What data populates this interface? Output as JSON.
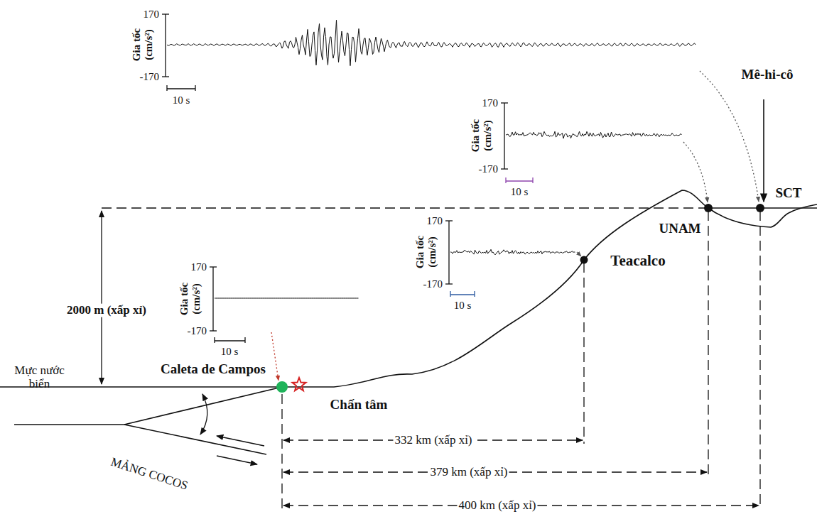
{
  "diagram": {
    "labels": [
      "170",
      "-170",
      "Gia tốc (cm/s²)",
      "10 s",
      "Mê-hi-cô",
      "170",
      "-170",
      "Gia tốc (cm/s²)",
      "10 s",
      "170",
      "-170",
      "Gia tốc (cm/s²)",
      "10 s",
      "SCT",
      "UNAM",
      "Teacalco",
      "170",
      "-170",
      "Gia tốc (cm/s²)",
      "10 s",
      "2000 m (xấp xỉ)",
      "Mực nước biển",
      "Caleta de Campos",
      "Chấn tâm",
      "332 km (xấp xỉ)",
      "379 km (xấp xỉ)",
      "400 km (xấp xỉ)",
      "MẢNG COCOS"
    ]
  }
}
